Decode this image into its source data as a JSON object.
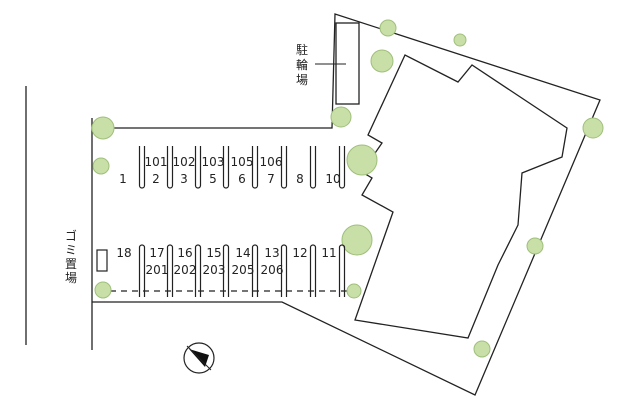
{
  "labels": {
    "bicycle_parking": [
      "駐",
      "輪",
      "場"
    ],
    "garbage_area": [
      "ゴ",
      "ミ",
      "置",
      "場"
    ]
  },
  "parking_top_row": [
    {
      "space": "1",
      "unit": ""
    },
    {
      "space": "2",
      "unit": "101"
    },
    {
      "space": "3",
      "unit": "102"
    },
    {
      "space": "5",
      "unit": "103"
    },
    {
      "space": "6",
      "unit": "105"
    },
    {
      "space": "7",
      "unit": "106"
    },
    {
      "space": "8",
      "unit": ""
    },
    {
      "space": "10",
      "unit": ""
    }
  ],
  "parking_bottom_row": [
    {
      "space": "18",
      "unit": ""
    },
    {
      "space": "17",
      "unit": "201"
    },
    {
      "space": "16",
      "unit": "202"
    },
    {
      "space": "15",
      "unit": "203"
    },
    {
      "space": "14",
      "unit": "205"
    },
    {
      "space": "13",
      "unit": "206"
    },
    {
      "space": "12",
      "unit": ""
    },
    {
      "space": "11",
      "unit": ""
    }
  ],
  "colors": {
    "line": "#222222",
    "tree_fill": "#c9dfa8",
    "tree_stroke": "#9fbf7a",
    "background": "#ffffff"
  },
  "icons": {
    "compass": "north-arrow-icon",
    "tree": "tree-icon"
  }
}
